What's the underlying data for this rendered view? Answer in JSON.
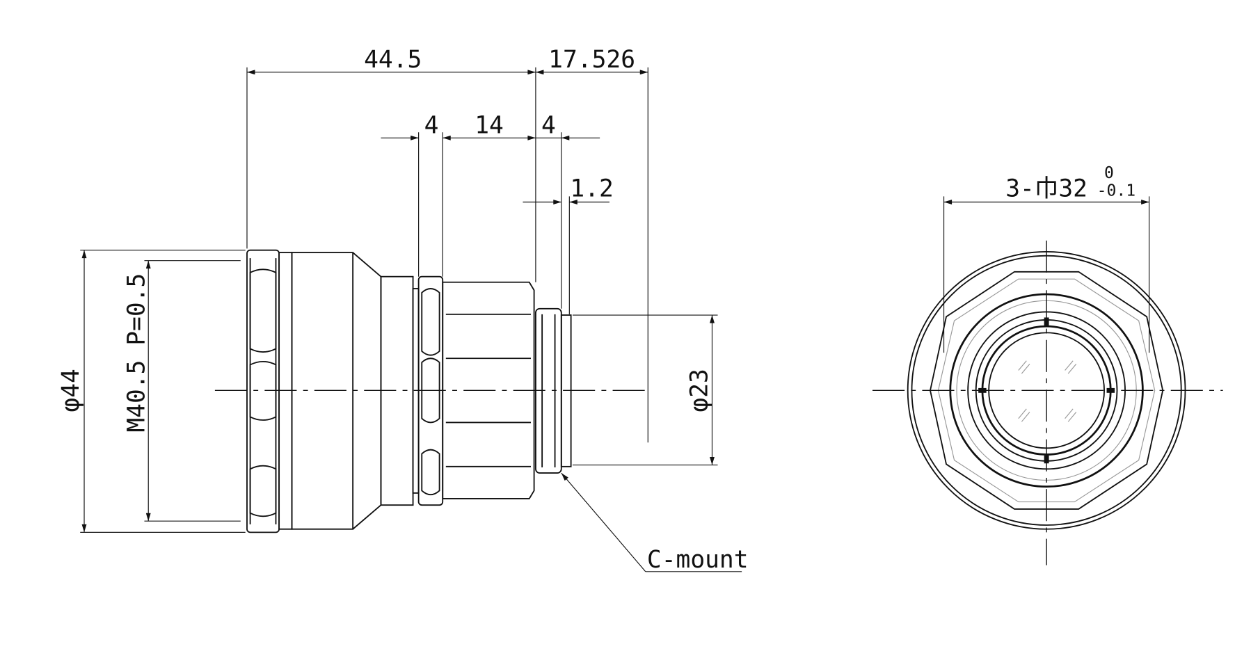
{
  "side_view": {
    "dims": {
      "overall_length": "44.5",
      "flange_back": "17.526",
      "nut_width": "4",
      "hex_length": "14",
      "mount_width": "4",
      "thread_depth": "1.2",
      "outer_diameter": "φ44",
      "filter_thread": "M40.5 P=0.5",
      "mount_diameter": "φ23"
    },
    "callout": "C-mount"
  },
  "front_view": {
    "dim_main": "3-巾32",
    "tol_upper": "0",
    "tol_lower": "-0.1"
  }
}
